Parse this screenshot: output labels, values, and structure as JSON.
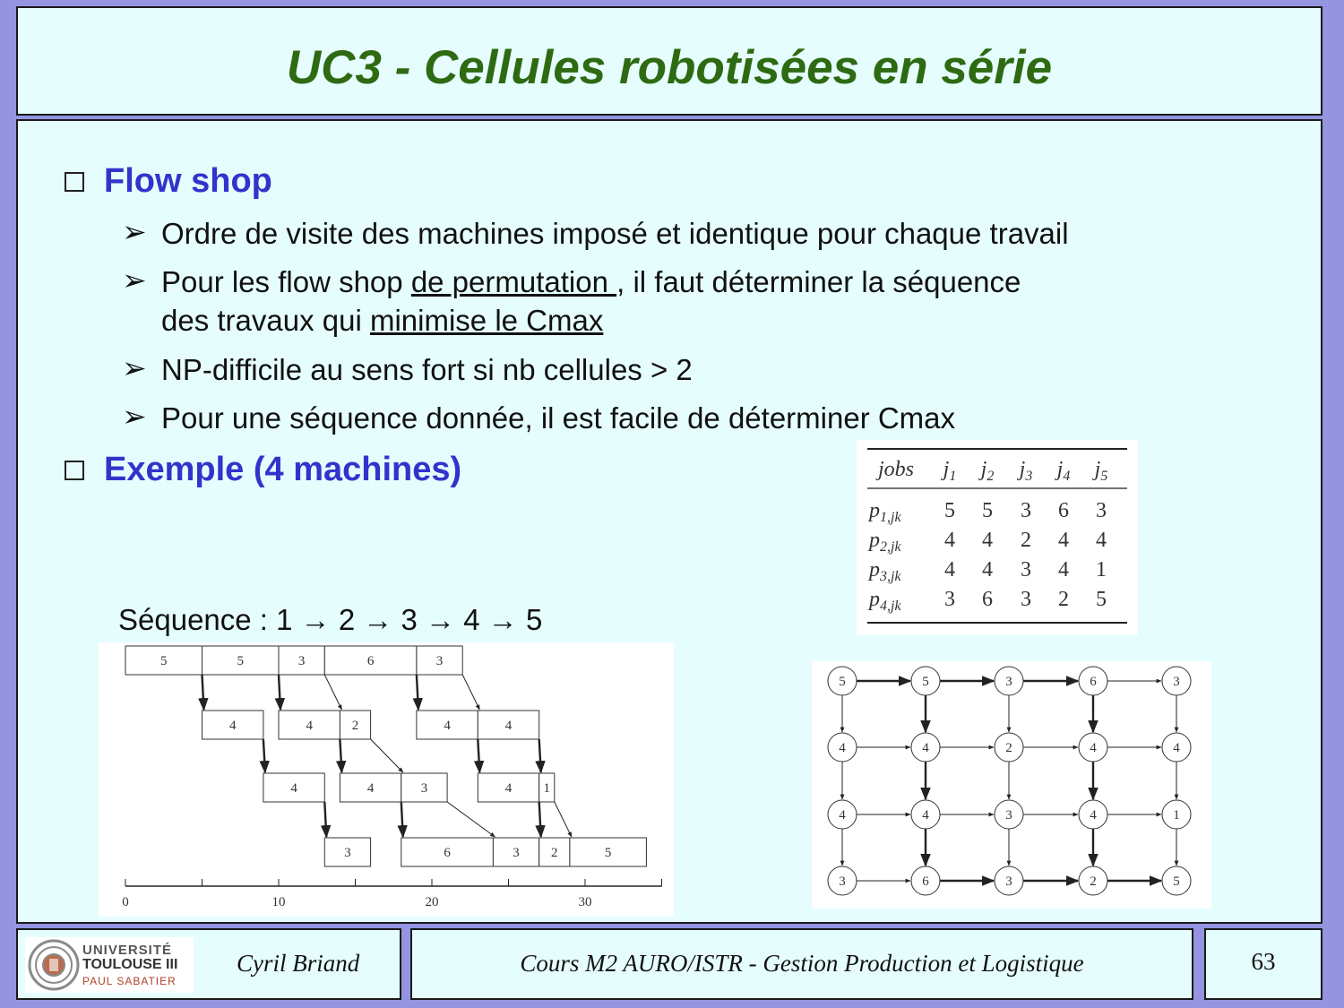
{
  "title": "UC3 - Cellules robotisées en série",
  "sections": [
    {
      "label": "Flow shop"
    },
    {
      "label": "Exemple (4 machines)"
    }
  ],
  "bullets": [
    {
      "text": "Ordre de visite des machines imposé et identique pour chaque travail"
    },
    {
      "pre": "Pour les flow shop ",
      "u1": "de permutation ",
      "mid": ", il faut déterminer la séquence",
      "line2pre": "des travaux qui ",
      "u2": "minimise le Cmax"
    },
    {
      "text": "NP-difficile au sens fort si nb cellules > 2"
    },
    {
      "text": "Pour une séquence donnée, il est facile de déterminer Cmax"
    }
  ],
  "bullet_symbol": "➢",
  "sequence": {
    "label": "Séquence : 1",
    "steps": [
      "2",
      "3",
      "4",
      "5"
    ],
    "arrow": "→"
  },
  "table": {
    "header": [
      "jobs",
      "j1",
      "j2",
      "j3",
      "j4",
      "j5"
    ],
    "rows": [
      {
        "label": "p1,jk",
        "values": [
          5,
          5,
          3,
          6,
          3
        ]
      },
      {
        "label": "p2,jk",
        "values": [
          4,
          4,
          2,
          4,
          4
        ]
      },
      {
        "label": "p3,jk",
        "values": [
          4,
          4,
          3,
          4,
          1
        ]
      },
      {
        "label": "p4,jk",
        "values": [
          3,
          6,
          3,
          2,
          5
        ]
      }
    ]
  },
  "gantt": {
    "axis_ticks": [
      "0",
      "10",
      "20",
      "30"
    ],
    "machines": [
      [
        {
          "s": 0,
          "d": 5
        },
        {
          "s": 5,
          "d": 5
        },
        {
          "s": 10,
          "d": 3
        },
        {
          "s": 13,
          "d": 6
        },
        {
          "s": 19,
          "d": 3
        }
      ],
      [
        {
          "s": 5,
          "d": 4
        },
        {
          "s": 10,
          "d": 4
        },
        {
          "s": 14,
          "d": 2
        },
        {
          "s": 19,
          "d": 4
        },
        {
          "s": 23,
          "d": 4
        }
      ],
      [
        {
          "s": 9,
          "d": 4
        },
        {
          "s": 14,
          "d": 4
        },
        {
          "s": 18,
          "d": 3
        },
        {
          "s": 23,
          "d": 4
        },
        {
          "s": 27,
          "d": 1
        }
      ],
      [
        {
          "s": 13,
          "d": 3
        },
        {
          "s": 18,
          "d": 6
        },
        {
          "s": 24,
          "d": 3
        },
        {
          "s": 27,
          "d": 2
        },
        {
          "s": 29,
          "d": 5
        }
      ]
    ]
  },
  "graph_nodes": [
    [
      5,
      5,
      3,
      6,
      3
    ],
    [
      4,
      4,
      2,
      4,
      4
    ],
    [
      4,
      4,
      3,
      4,
      1
    ],
    [
      3,
      6,
      3,
      2,
      5
    ]
  ],
  "footer": {
    "univ_line1": "UNIVERSITÉ",
    "univ_line2": "TOULOUSE III",
    "univ_line3": "PAUL SABATIER",
    "author": "Cyril Briand",
    "course": "Cours M2 AURO/ISTR - Gestion Production et Logistique",
    "page": "63"
  }
}
